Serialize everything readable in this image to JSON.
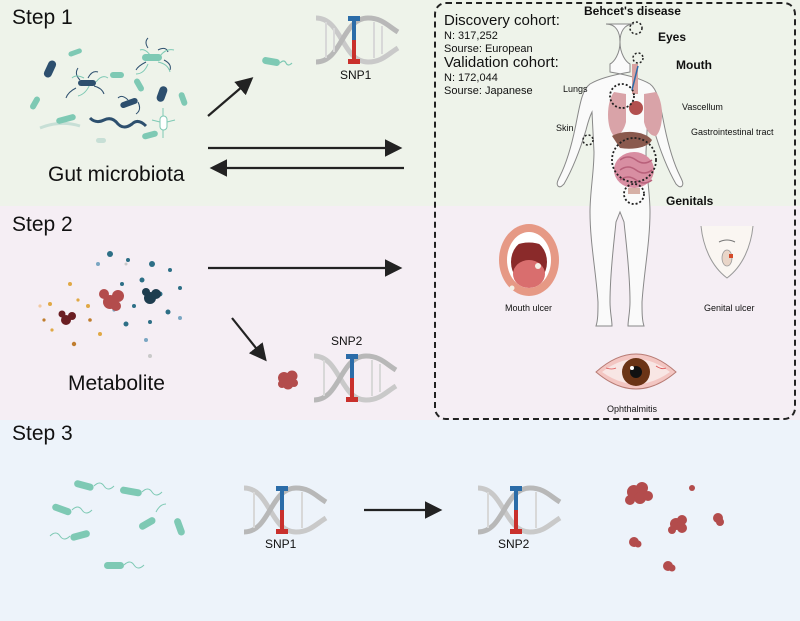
{
  "steps": [
    {
      "label": "Step 1",
      "caption": "Gut microbiota",
      "snp_label": "SNP1"
    },
    {
      "label": "Step 2",
      "caption": "Metabolite",
      "snp_label": "SNP2"
    },
    {
      "label": "Step 3",
      "snp1_label": "SNP1",
      "snp2_label": "SNP2"
    }
  ],
  "panel": {
    "title": "Behcet's disease",
    "discovery": {
      "heading": "Discovery cohort:",
      "n": "N: 317,252",
      "source": "Sourse: European"
    },
    "validation": {
      "heading": "Validation cohort:",
      "n": "N: 172,044",
      "source": "Sourse: Japanese"
    },
    "organs": {
      "eyes": "Eyes",
      "mouth": "Mouth",
      "lungs": "Lungs",
      "vascellum": "Vascellum",
      "skin": "Skin",
      "gi": "Gastrointestinal tract",
      "genitals": "Genitals"
    },
    "insets": {
      "mouth_ulcer": "Mouth ulcer",
      "genital_ulcer": "Genital ulcer",
      "ophthalmitis": "Ophthalmitis"
    }
  },
  "colors": {
    "step1_bg": "#eef3ea",
    "step2_bg": "#f5eef4",
    "step3_bg": "#edf3fa",
    "bacteria_teal": "#7ec9b4",
    "bacteria_navy": "#2d4f6e",
    "metabolite_red": "#b34c4c",
    "dna_blue": "#2b6ca8",
    "dna_red": "#c9302c"
  }
}
